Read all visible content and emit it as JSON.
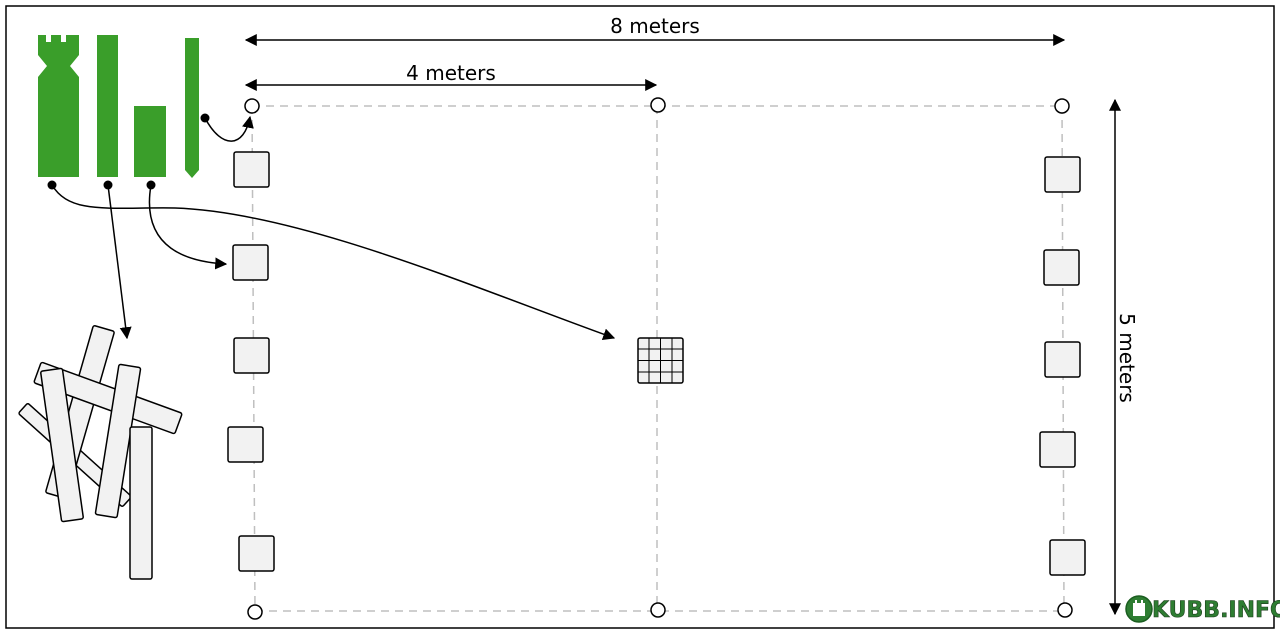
{
  "dimensions": {
    "width_label": "8 meters",
    "half_width_label": "4 meters",
    "height_label": "5 meters"
  },
  "pieces": {
    "king": "king",
    "kubb": "kubb",
    "baton": "baton",
    "stake": "stake"
  },
  "logo": {
    "text": "KUBB.INFO"
  },
  "colors": {
    "piece_green": "#3a9e2a",
    "kubb_fill": "#f2f2f2",
    "line_dash": "#bfbfbf",
    "frame": "#000000"
  }
}
